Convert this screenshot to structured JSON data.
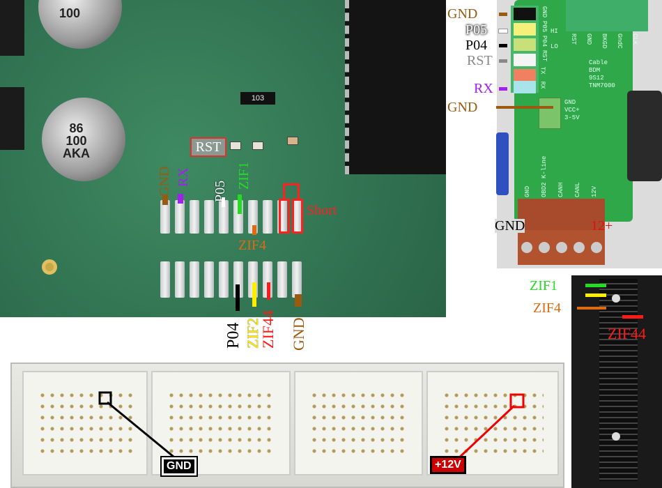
{
  "pcb": {
    "capacitor_text": [
      "86",
      "100",
      "AKA"
    ],
    "resistor_code": "103",
    "labels": {
      "rst": "RST",
      "gnd_top": "GND",
      "rx": "RX",
      "p05": "P05",
      "zif1": "ZIF1",
      "zif4": "ZIF4",
      "short": "Short",
      "p04": "P04",
      "zif2": "ZIF2",
      "zif44": "ZIF44",
      "gnd_bottom": "GND"
    }
  },
  "adapter": {
    "left_labels": [
      "GND",
      "P05",
      "P04",
      "RST",
      "RX",
      "GND"
    ],
    "strip_silk": [
      "GND",
      "P05",
      "P04",
      "RST",
      "TX",
      "RX"
    ],
    "hi_lo": [
      "HI",
      "LO"
    ],
    "bdm_silk": [
      "RST",
      "GND",
      "BKGD",
      "GndC",
      "CLK"
    ],
    "board_text": [
      "Cable",
      "BDM",
      "9S12",
      "TNM7000"
    ],
    "power_silk": [
      "GND",
      "VCC+",
      "3-5V"
    ],
    "obd_silk": [
      "GND",
      "OBD2 K-line",
      "CANH",
      "CANL",
      "12V"
    ],
    "terminal_labels": {
      "gnd": "GND",
      "v12": "12+"
    }
  },
  "zif": {
    "labels": [
      "ZIF1",
      "ZIF4",
      "ZIF44"
    ]
  },
  "connector": {
    "gnd_tag": "GND",
    "v12_tag": "+12V"
  },
  "colors": {
    "gnd": "#9a5a12",
    "rx": "#a020f0",
    "zif1": "#22dd22",
    "zif4": "#e06a10",
    "zif44": "#ff1a1a",
    "zif2": "#ffee00",
    "short": "#ff2020"
  }
}
